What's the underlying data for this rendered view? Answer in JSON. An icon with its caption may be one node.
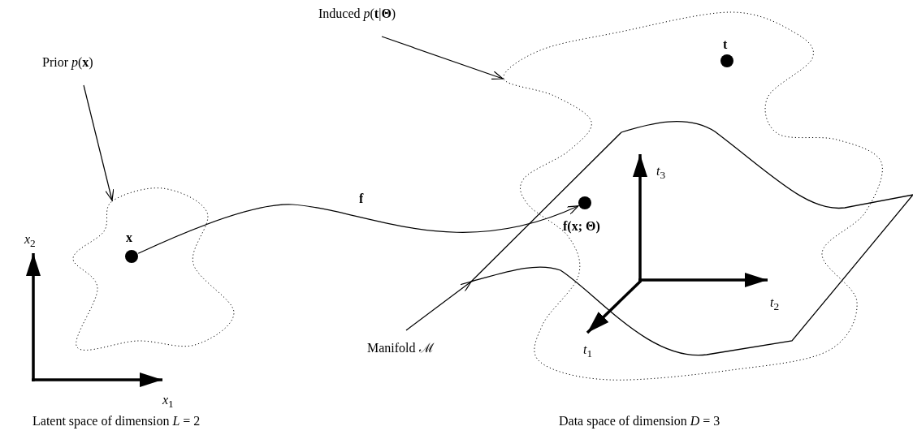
{
  "diagram": {
    "nodes": [
      {
        "text": [
          "Prior *p*(**x**)"
        ]
      },
      {
        "text": [],
        "shape": "cloud"
      },
      {
        "text": [
          "Induced *p*(**t**|**Θ**)"
        ]
      },
      {
        "text": [],
        "shape": "cloud"
      },
      {
        "text": [
          "Manifold ℳ"
        ]
      },
      {
        "text": [],
        "shape": "box"
      },
      {
        "text": [
          "x"
        ],
        "in": 1
      },
      {
        "text": [
          "f(x; Θ)"
        ],
        "in": 5
      },
      {
        "text": [
          "t"
        ],
        "in": 3
      }
    ],
    "edges": [
      {
        "from": 0,
        "to": 1,
        "arrow": "to"
      },
      {
        "from": 2,
        "to": 3,
        "arrow": "to"
      },
      {
        "from": 4,
        "to": 5,
        "arrow": "to"
      },
      {
        "from": 6,
        "to": 7,
        "arrow": "to",
        "label": "f"
      }
    ],
    "labels": [
      "*x*$_{2}$",
      "*x*$_{1}$",
      "*t*$_{3}$",
      "*t*$_{2}$",
      "*t*$_{1}$",
      "Latent space of dimension *L* = 2",
      "Data space of dimension *D* = 3"
    ]
  }
}
